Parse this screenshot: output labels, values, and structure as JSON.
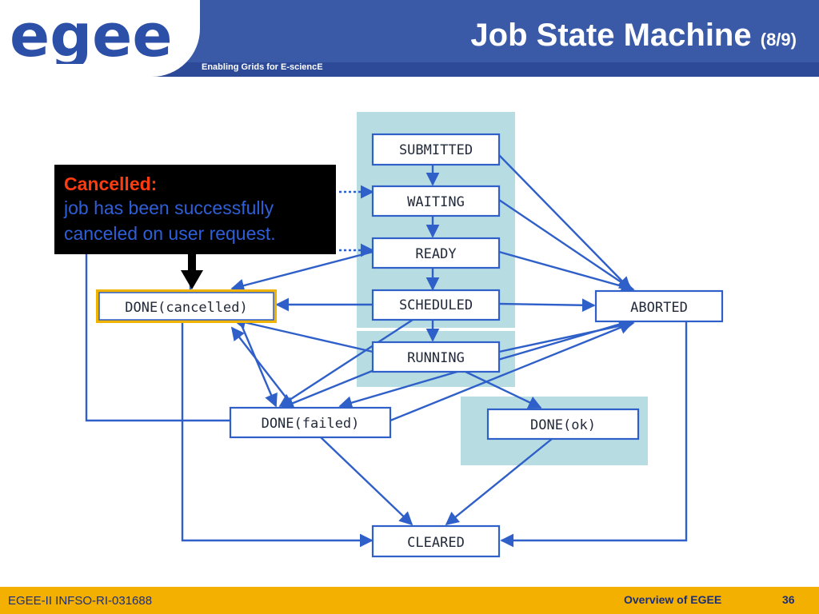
{
  "header": {
    "logo_text": "egee",
    "tagline": "Enabling Grids for E-sciencE",
    "title": "Job State Machine",
    "title_sub": "(8/9)"
  },
  "callout": {
    "title": "Cancelled:",
    "line1": "job has been successfully",
    "line2": "canceled on user request."
  },
  "states": {
    "submitted": "SUBMITTED",
    "waiting": "WAITING",
    "ready": "READY",
    "scheduled": "SCHEDULED",
    "running": "RUNNING",
    "done_cancelled": "DONE(cancelled)",
    "aborted": "ABORTED",
    "done_failed": "DONE(failed)",
    "done_ok": "DONE(ok)",
    "cleared": "CLEARED"
  },
  "colors": {
    "header_blue": "#3a5aa8",
    "arrow_blue": "#2f5fc8",
    "highlight_bg": "#b7dde3",
    "highlight_border": "#f0b400",
    "footer_yellow": "#f4b000"
  },
  "footer": {
    "left": "EGEE-II INFSO-RI-031688",
    "middle": "Overview of EGEE",
    "page": "36"
  }
}
